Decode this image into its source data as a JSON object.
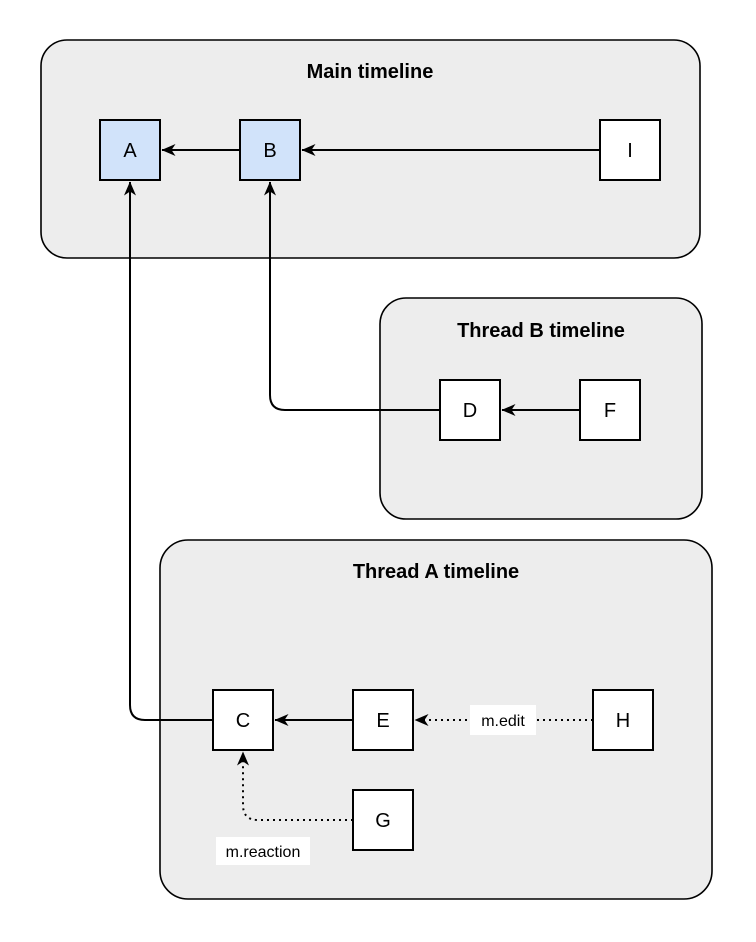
{
  "diagram": {
    "colors": {
      "page_background": "#ffffff",
      "container_fill": "#ededed",
      "container_stroke": "#000000",
      "node_highlight_fill": "#d1e3fa",
      "node_plain_fill": "#ffffff",
      "node_stroke": "#000000",
      "edge_color": "#000000",
      "edge_label_bg": "#ffffff"
    },
    "containers": {
      "main": {
        "title": "Main timeline"
      },
      "thread_b": {
        "title": "Thread B timeline"
      },
      "thread_a": {
        "title": "Thread A timeline"
      }
    },
    "nodes": {
      "A": {
        "label": "A",
        "variant": "highlight",
        "container": "main"
      },
      "B": {
        "label": "B",
        "variant": "highlight",
        "container": "main"
      },
      "I": {
        "label": "I",
        "variant": "plain",
        "container": "main"
      },
      "D": {
        "label": "D",
        "variant": "plain",
        "container": "thread_b"
      },
      "F": {
        "label": "F",
        "variant": "plain",
        "container": "thread_b"
      },
      "C": {
        "label": "C",
        "variant": "plain",
        "container": "thread_a"
      },
      "E": {
        "label": "E",
        "variant": "plain",
        "container": "thread_a"
      },
      "H": {
        "label": "H",
        "variant": "plain",
        "container": "thread_a"
      },
      "G": {
        "label": "G",
        "variant": "plain",
        "container": "thread_a"
      }
    },
    "edge_labels": {
      "edit": "m.edit",
      "reaction": "m.reaction"
    },
    "edges": [
      {
        "from": "B",
        "to": "A",
        "style": "solid",
        "label": ""
      },
      {
        "from": "I",
        "to": "B",
        "style": "solid",
        "label": ""
      },
      {
        "from": "F",
        "to": "D",
        "style": "solid",
        "label": ""
      },
      {
        "from": "D",
        "to": "B",
        "style": "solid",
        "label": ""
      },
      {
        "from": "E",
        "to": "C",
        "style": "solid",
        "label": ""
      },
      {
        "from": "C",
        "to": "A",
        "style": "solid",
        "label": ""
      },
      {
        "from": "H",
        "to": "E",
        "style": "dotted",
        "label": "m.edit"
      },
      {
        "from": "G",
        "to": "C",
        "style": "dotted",
        "label": "m.reaction"
      }
    ]
  }
}
